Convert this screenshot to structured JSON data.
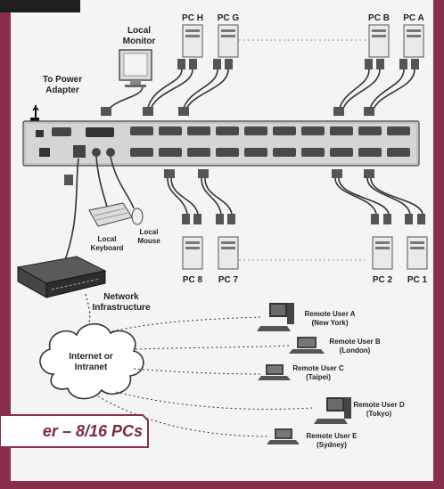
{
  "labels": {
    "local_monitor_1": "Local",
    "local_monitor_2": "Monitor",
    "to_power_1": "To Power",
    "to_power_2": "Adapter",
    "pc_h": "PC H",
    "pc_g": "PC G",
    "pc_b": "PC B",
    "pc_a": "PC A",
    "pc_8": "PC 8",
    "pc_7": "PC 7",
    "pc_2": "PC 2",
    "pc_1": "PC 1",
    "local_keyboard_1": "Local",
    "local_keyboard_2": "Keyboard",
    "local_mouse_1": "Local",
    "local_mouse_2": "Mouse",
    "network_1": "Network",
    "network_2": "Infrastructure",
    "internet_1": "Internet or",
    "internet_2": "Intranet",
    "remote_a_1": "Remote User A",
    "remote_a_2": "(New York)",
    "remote_b_1": "Remote User B",
    "remote_b_2": "(London)",
    "remote_c_1": "Remote User C",
    "remote_c_2": "(Taipei)",
    "remote_d_1": "Remote User D",
    "remote_d_2": "(Tokyo)",
    "remote_e_1": "Remote User E",
    "remote_e_2": "(Sydney)"
  },
  "banner": {
    "text": "er – 8/16 PCs"
  },
  "colors": {
    "frame": "#8a2e4e",
    "banner_bg": "#ffffff",
    "banner_text": "#7a2a3a"
  }
}
